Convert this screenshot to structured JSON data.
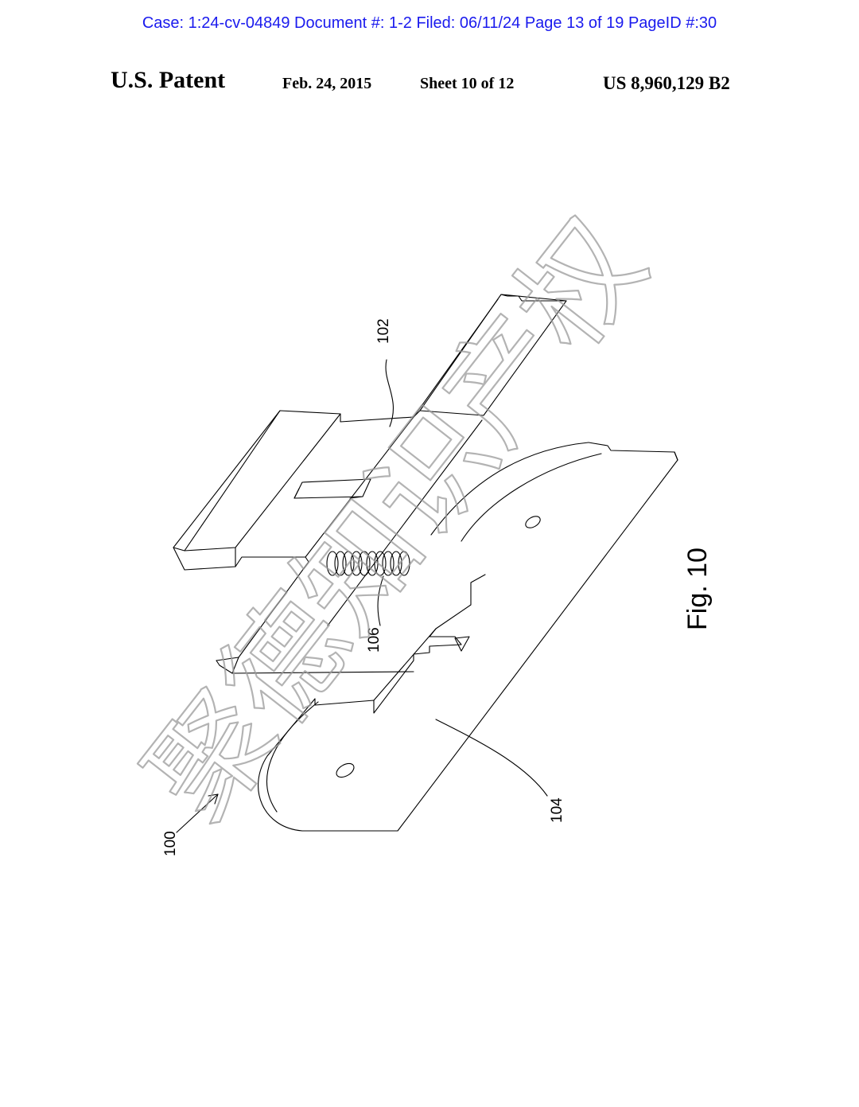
{
  "case_header": "Case: 1:24-cv-04849 Document #: 1-2 Filed: 06/11/24 Page 13 of 19 PageID #:30",
  "patent": {
    "title": "U.S. Patent",
    "date": "Feb. 24, 2015",
    "sheet": "Sheet 10 of 12",
    "number": "US 8,960,129 B2"
  },
  "figure": {
    "label": "Fig. 10",
    "refs": {
      "r100": "100",
      "r102": "102",
      "r104": "104",
      "r106": "106"
    }
  },
  "watermark": "聚德知识产权"
}
